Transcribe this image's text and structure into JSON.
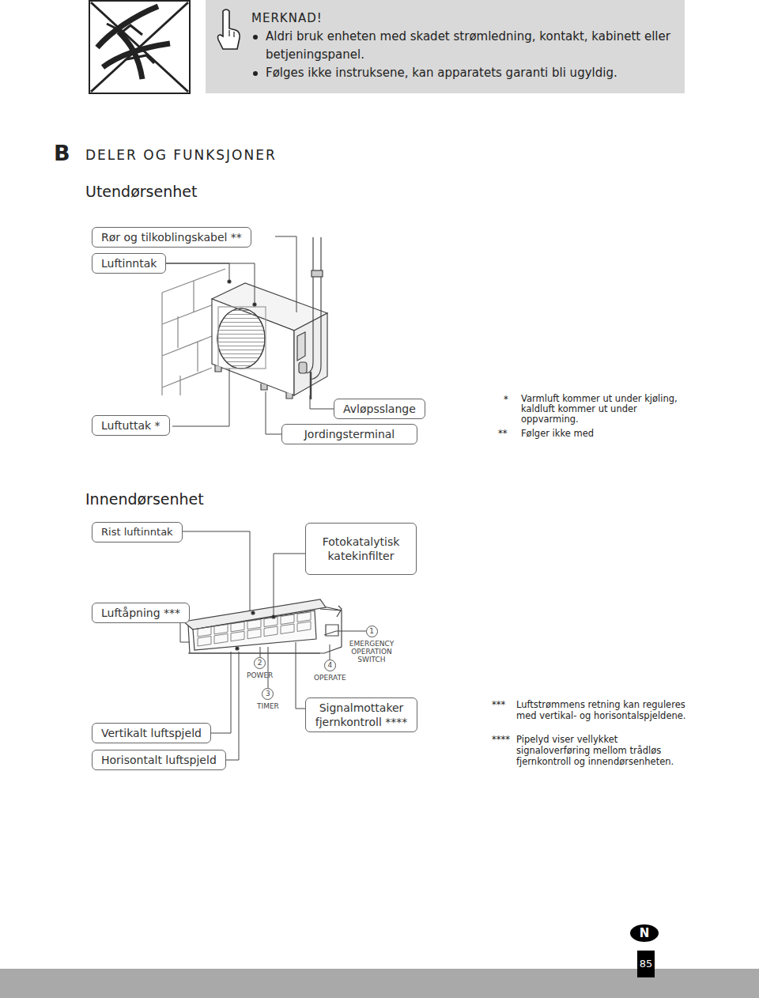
{
  "diagram": {
    "title": "DELER OG FUNKSJONER",
    "nodes": [
      {
        "text": [
          "MERKNAD!",
          "Aldri bruk enheten med skadet strømledning, kontakt, kabinett eller betjeningspanel.",
          "Følges ikke instruksene, kan apparatets garanti bli ugyldig."
        ]
      },
      {
        "text": [
          "Rør og tilkoblingskabel **"
        ]
      },
      {
        "text": [
          "Luftinntak"
        ]
      },
      {
        "text": [
          "Luftuttak *"
        ]
      },
      {
        "text": [
          "Avløpsslange"
        ]
      },
      {
        "text": [
          "Jordingsterminal"
        ]
      },
      {
        "text": [
          "Rist luftinntak"
        ]
      },
      {
        "text": [
          "Fotokatalytisk katekinfilter"
        ]
      },
      {
        "text": [
          "Luftåpning ***"
        ]
      },
      {
        "text": [
          "1",
          "EMERGENCY OPERATION SWITCH"
        ]
      },
      {
        "text": [
          "2",
          "POWER"
        ]
      },
      {
        "text": [
          "4",
          "OPERATE"
        ]
      },
      {
        "text": [
          "3",
          "TIMER"
        ]
      },
      {
        "text": [
          "Signalmottaker fjernkontroll ****"
        ]
      },
      {
        "text": [
          "Vertikalt luftspjeld"
        ]
      },
      {
        "text": [
          "Horisontalt luftspjeld"
        ]
      },
      {
        "text": [
          "N"
        ]
      },
      {
        "text": [
          "85"
        ]
      }
    ],
    "labels": [
      "B",
      "Utendørsenhet",
      "*",
      "Varmluft kommer ut under kjøling, kaldluft kommer ut under oppvarming.",
      "**",
      "Følger ikke med",
      "Innendørsenhet",
      "***",
      "Luftstrømmens retning kan reguleres med vertikal- og horisontalspjeldene.",
      "****",
      "Pipelyd viser vellykket signaloverføring mellom trådløs fjernkontroll og innendørsenheten."
    ]
  }
}
